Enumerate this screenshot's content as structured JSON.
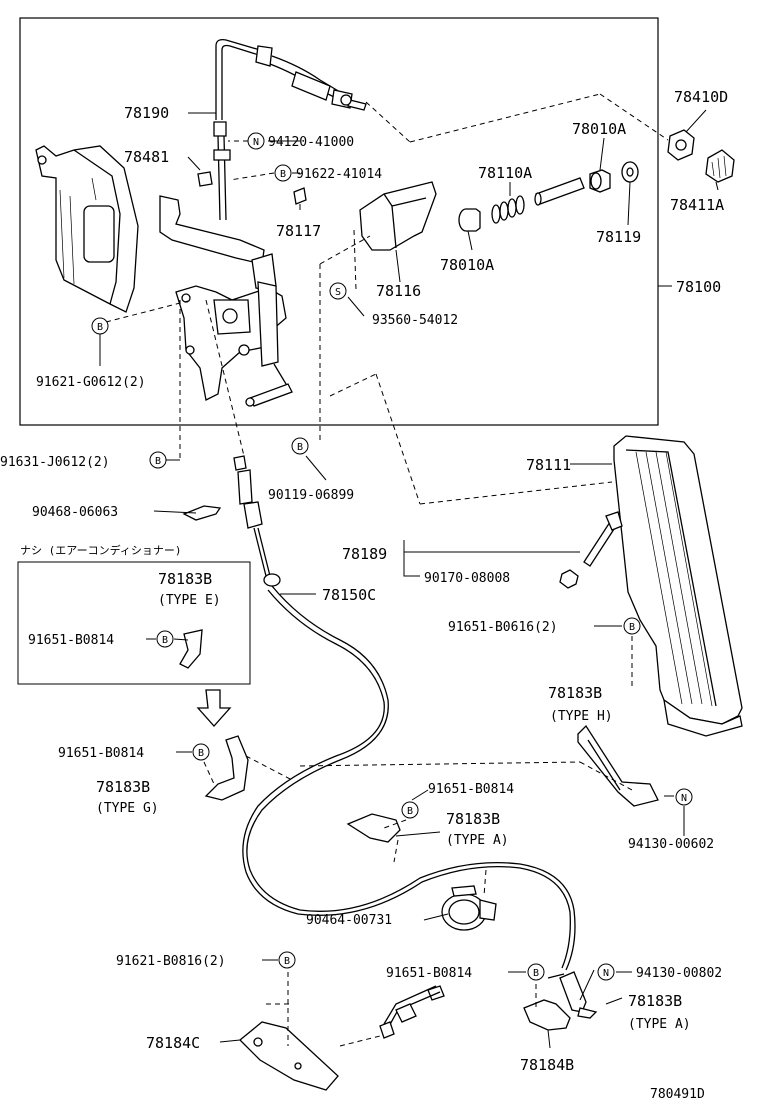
{
  "labels": {
    "p78190": "78190",
    "p78481": "78481",
    "p78117": "78117",
    "p94120": "94120-41000",
    "p91622": "91622-41014",
    "p78410d": "78410D",
    "p78010a_top": "78010A",
    "p78110a": "78110A",
    "p78411a": "78411A",
    "p78119": "78119",
    "p78010a_bot": "78010A",
    "p78116": "78116",
    "p78100": "78100",
    "p93560": "93560-54012",
    "p91621g": "91621-G0612(2)",
    "p91631": "91631-J0612(2)",
    "p90119": "90119-06899",
    "p78111": "78111",
    "p90468": "90468-06063",
    "p78189": "78189",
    "p90170": "90170-08008",
    "note_no_ac": "ナシ (エアーコンディショナー)",
    "p78183b_e": "78183B",
    "type_e": "(TYPE E)",
    "p91651_box": "91651-B0814",
    "p78150c": "78150C",
    "p91651_b0616": "91651-B0616(2)",
    "p78183b_h": "78183B",
    "type_h": "(TYPE H)",
    "p91651_g": "91651-B0814",
    "p78183b_g": "78183B",
    "type_g": "(TYPE G)",
    "p91651_a": "91651-B0814",
    "p78183b_a": "78183B",
    "type_a": "(TYPE A)",
    "p94130_602": "94130-00602",
    "p90464": "90464-00731",
    "p91621b": "91621-B0816(2)",
    "p91651_b2": "91651-B0814",
    "p94130_802": "94130-00802",
    "p78183b_a2": "78183B",
    "type_a2": "(TYPE A)",
    "p78184c": "78184C",
    "p78184b": "78184B",
    "drawing_no": "780491D"
  },
  "symbols": {
    "n": "N",
    "b": "B",
    "s": "S"
  }
}
